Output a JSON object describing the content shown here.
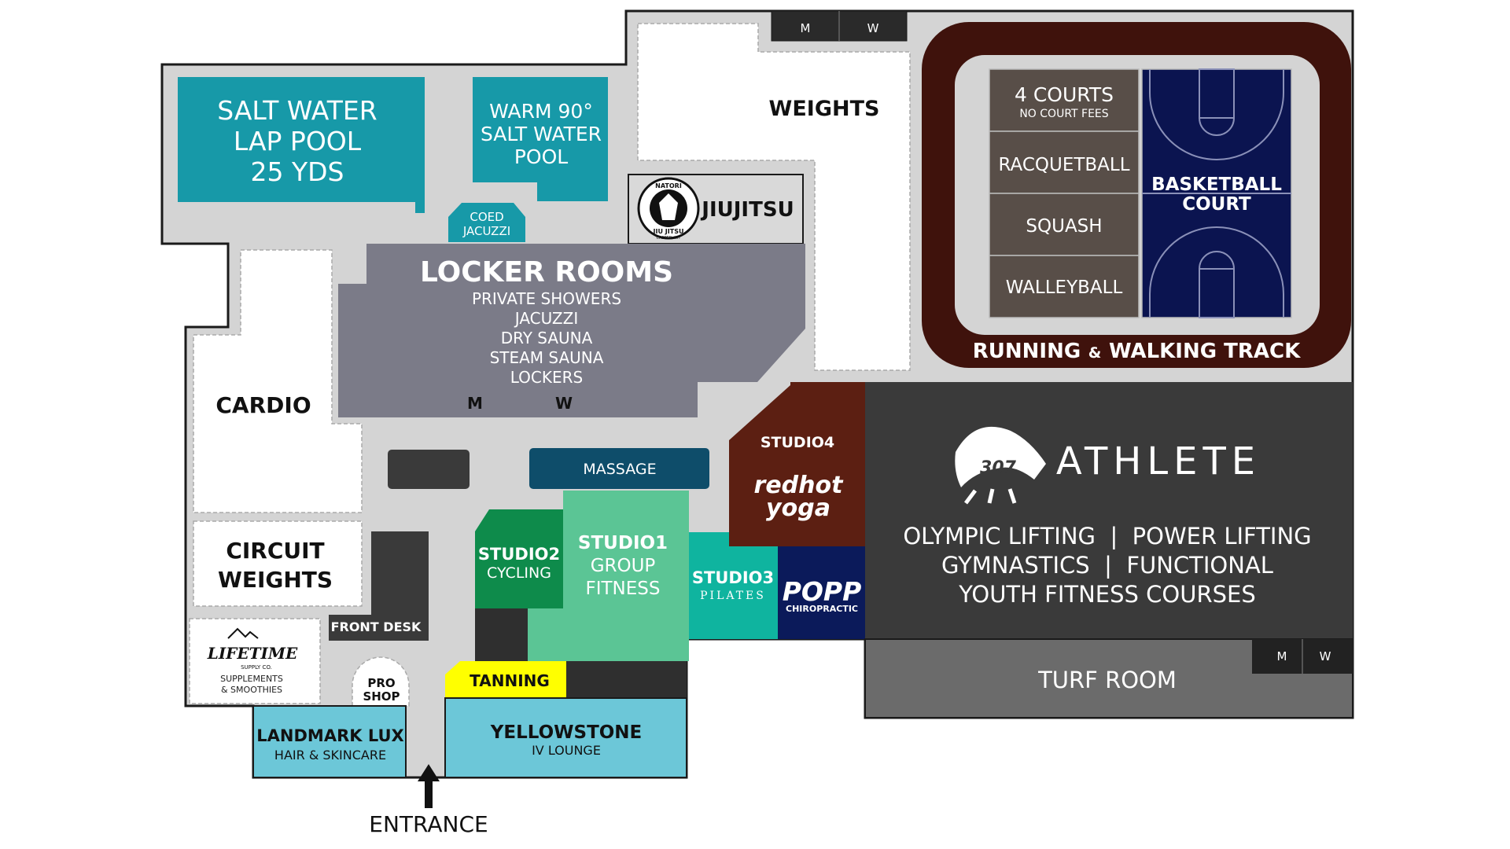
{
  "pools": {
    "lap_pool": [
      "SALT WATER",
      "LAP POOL",
      "25 YDS"
    ],
    "warm_pool": [
      "WARM 90°",
      "SALT WATER",
      "POOL"
    ],
    "coed_jacuzzi": [
      "COED",
      "JACUZZI"
    ]
  },
  "weights": "WEIGHTS",
  "jiujitsu": {
    "logo_top": "NATORI",
    "logo_bottom": "JIU JITSU",
    "logo_city": "CASPER, WY",
    "label": "JIUJITSU"
  },
  "restrooms": {
    "m": "M",
    "w": "W"
  },
  "locker_rooms": {
    "title": "LOCKER ROOMS",
    "items": [
      "PRIVATE SHOWERS",
      "JACUZZI",
      "DRY SAUNA",
      "STEAM SAUNA",
      "LOCKERS"
    ]
  },
  "courts": {
    "four_courts": "4 COURTS",
    "no_fees": "NO COURT FEES",
    "racquetball": "RACQUETBALL",
    "squash": "SQUASH",
    "walleyball": "WALLEYBALL",
    "basketball": [
      "BASKETBALL",
      "COURT"
    ],
    "track_part1": "RUNNING",
    "track_amp": "&",
    "track_part2": "WALKING TRACK"
  },
  "cardio": "CARDIO",
  "circuit_weights": [
    "CIRCUIT",
    "WEIGHTS"
  ],
  "front_desk": "FRONT DESK",
  "lifetime": {
    "brand": "LIFETIME",
    "sub": "SUPPLY CO.",
    "lines": [
      "SUPPLEMENTS",
      "& SMOOTHIES"
    ]
  },
  "pro_shop": [
    "PRO",
    "SHOP"
  ],
  "massage": "MASSAGE",
  "studio1": [
    "STUDIO1",
    "GROUP",
    "FITNESS"
  ],
  "studio2": [
    "STUDIO2",
    "CYCLING"
  ],
  "studio3": [
    "STUDIO3",
    "PILATES"
  ],
  "studio4": {
    "label": "STUDIO4",
    "logo_top": "redhot",
    "logo_bottom": "yoga"
  },
  "popp": {
    "name": "POPP",
    "sub": "CHIROPRACTIC"
  },
  "athlete": {
    "logo_mark": "307",
    "title": "ATHLETE",
    "lines": [
      "OLYMPIC LIFTING  |  POWER LIFTING",
      "GYMNASTICS  |  FUNCTIONAL",
      "YOUTH FITNESS COURSES"
    ]
  },
  "turf_room": "TURF ROOM",
  "tanning": "TANNING",
  "landmark": [
    "LANDMARK LUX",
    "HAIR & SKINCARE"
  ],
  "yellowstone": [
    "YELLOWSTONE",
    "IV LOUNGE"
  ],
  "entrance": "ENTRANCE",
  "colors": {
    "floor": "#d4d4d4",
    "wall": "#1a1a1a",
    "pool": "#1799a8",
    "lockers": "#7b7b88",
    "track": "#3f120c",
    "court_brown": "#584e48",
    "basketball": "#0b1450",
    "athlete": "#3a3a3a",
    "turf": "#6b6b6b",
    "studio1": "#5bc595",
    "studio2": "#0e8b4b",
    "studio3": "#0fb49f",
    "studio4": "#5c1f12",
    "popp": "#0b1a5a",
    "massage": "#0e4d6a",
    "tanning": "#ffff00",
    "landmark": "#6cc7d8",
    "yellowstone": "#6cc7d8"
  }
}
